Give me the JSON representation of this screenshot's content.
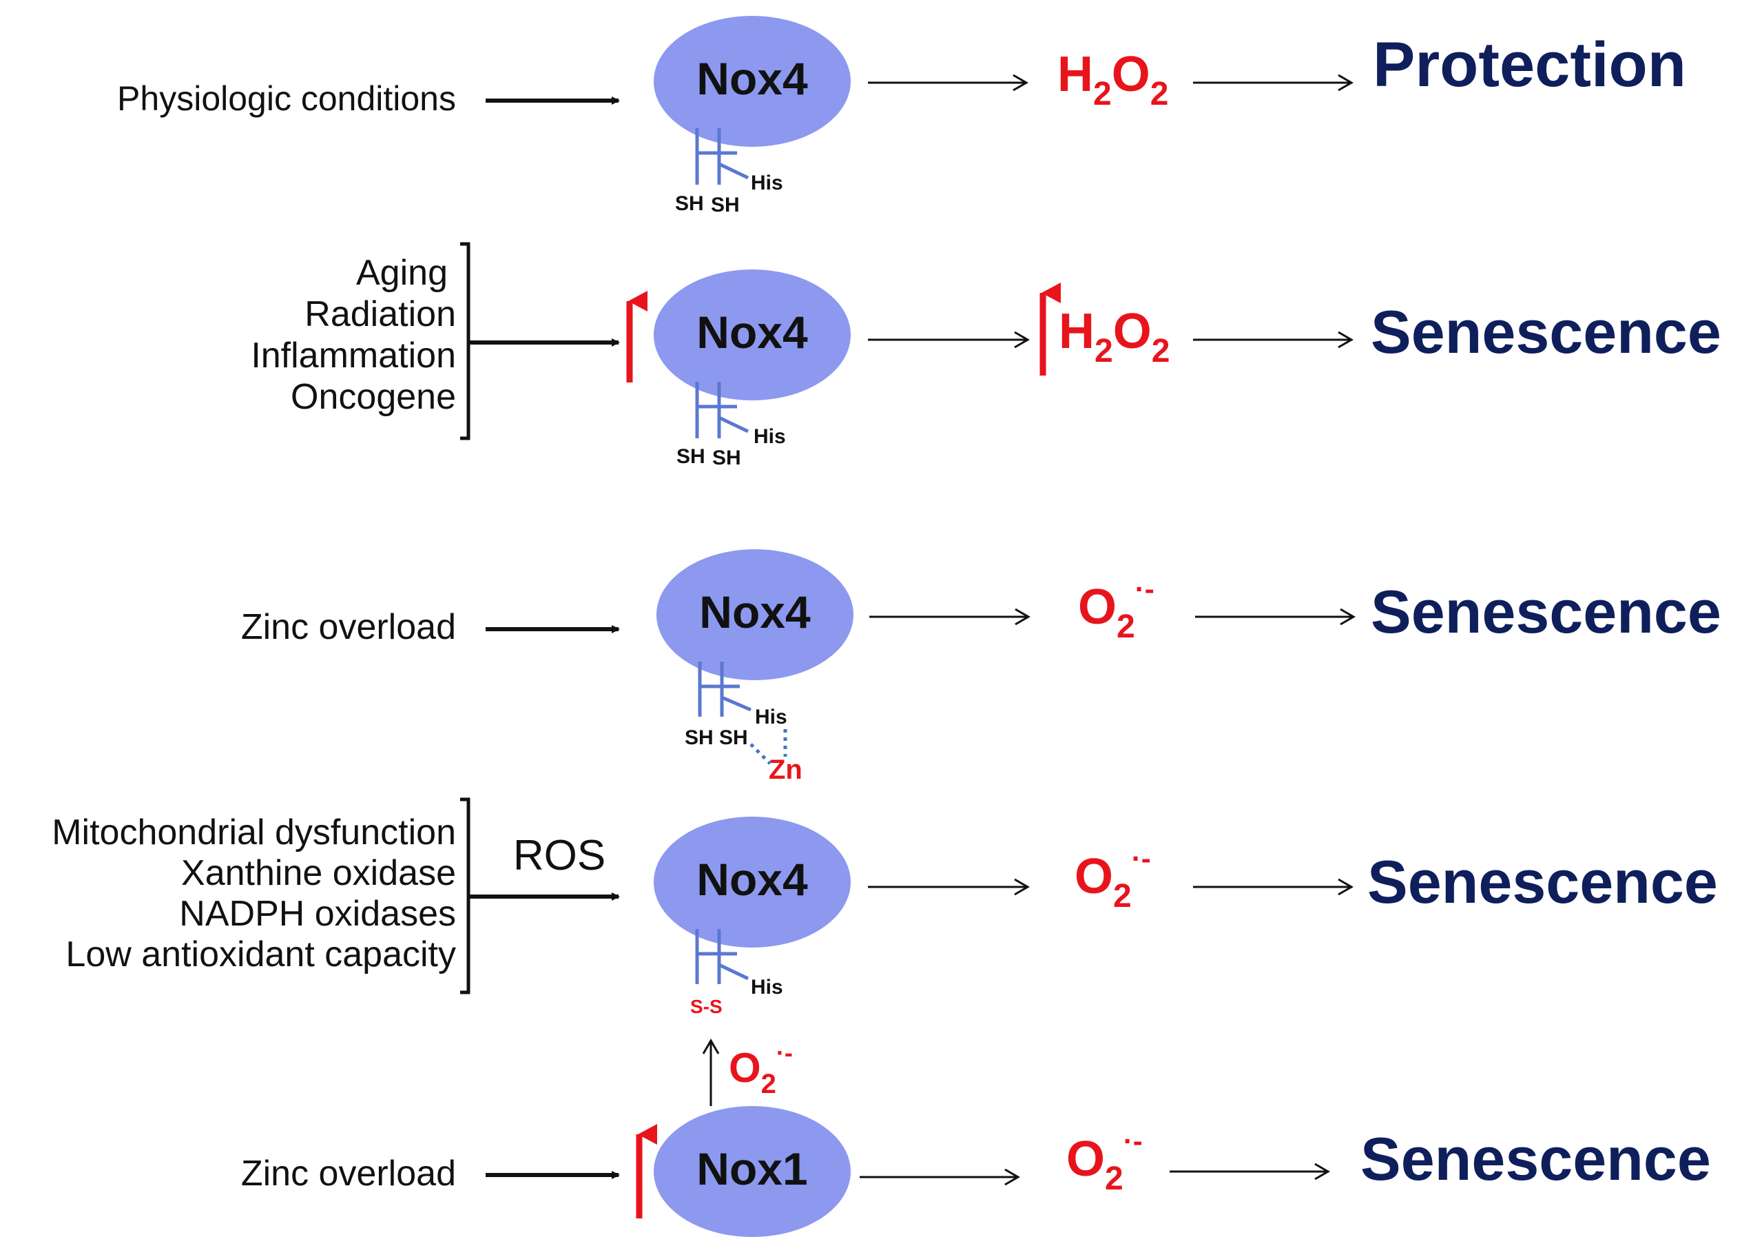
{
  "rows": [
    {
      "inputs": [
        "Physiologic conditions"
      ],
      "enzyme": "Nox4",
      "residues": {
        "sh_left": "SH",
        "sh_right": "SH",
        "his": "His"
      },
      "product_base": "H",
      "product_sub": "2",
      "product_mid": "O",
      "product_sub2": "2",
      "outcome": "Protection"
    },
    {
      "inputs": [
        "Aging",
        "Radiation",
        "Inflammation",
        "Oncogene"
      ],
      "enzyme": "Nox4",
      "residues": {
        "sh_left": "SH",
        "sh_right": "SH",
        "his": "His"
      },
      "product_base": "H",
      "product_sub": "2",
      "product_mid": "O",
      "product_sub2": "2",
      "outcome": "Senescence"
    },
    {
      "inputs": [
        "Zinc overload"
      ],
      "enzyme": "Nox4",
      "residues": {
        "sh_left": "SH",
        "sh_right": "SH",
        "his": "His",
        "zn": "Zn"
      },
      "product_base": "O",
      "product_sub": "2",
      "product_sup": "·-",
      "outcome": "Senescence"
    },
    {
      "inputs": [
        "Mitochondrial dysfunction",
        "Xanthine oxidase",
        "NADPH oxidases",
        "Low antioxidant capacity"
      ],
      "arrow_label": "ROS",
      "enzyme": "Nox4",
      "residues": {
        "ss": "S-S",
        "his": "His"
      },
      "product_base": "O",
      "product_sub": "2",
      "product_sup": "·-",
      "outcome": "Senescence"
    },
    {
      "inputs": [
        "Zinc overload"
      ],
      "enzyme": "Nox1",
      "product_base": "O",
      "product_sub": "2",
      "product_sup": "·-",
      "outcome": "Senescence"
    }
  ],
  "nox1_to_nox4": {
    "base": "O",
    "sub": "2",
    "sup": "·-"
  },
  "colors": {
    "enzyme_fill": "#8c99ef",
    "stalk": "#5b78d0",
    "product_red": "#e8141c",
    "outcome_navy": "#0f1f5c"
  }
}
